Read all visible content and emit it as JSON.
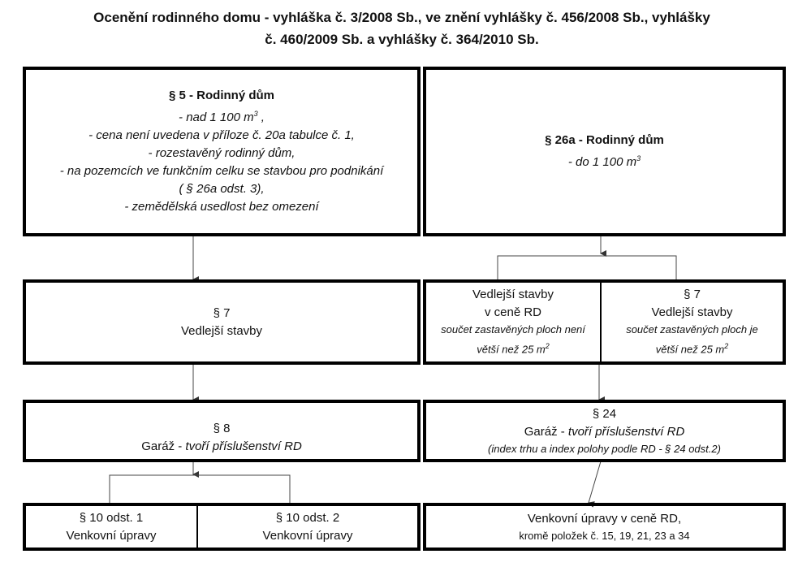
{
  "title": {
    "line1": "Ocenění rodinného domu     -     vyhláška  č. 3/2008 Sb., ve znění vyhlášky č. 456/2008 Sb., vyhlášky",
    "line2": "č. 460/2009 Sb. a vyhlášky č. 364/2010 Sb."
  },
  "box_s5": {
    "heading": "§ 5 - Rodinný dům",
    "l1": "-  nad 1 100 m",
    "l1_sup": "3",
    "l1_end": " ,",
    "l2": "-  cena není uvedena v příloze č. 20a tabulce  č. 1,",
    "l3": "-  rozestavěný rodinný dům,",
    "l4": "- na pozemcích ve funkčním celku se stavbou pro podnikání",
    "l5": "( § 26a odst. 3),",
    "l6": "- zemědělská usedlost bez omezení"
  },
  "box_s26a": {
    "heading": "§ 26a - Rodinný dům",
    "l1": "- do 1 100 m",
    "l1_sup": "3"
  },
  "box_s7_left": {
    "l1": "§ 7",
    "l2": "Vedlejší stavby"
  },
  "box_vedlejsi_rd": {
    "l1": "Vedlejší stavby",
    "l2": "v ceně RD",
    "l3": "součet zastavěných ploch není",
    "l4": "větší než 25 m",
    "sup": "2"
  },
  "box_s7_right": {
    "l1": "§ 7",
    "l2": "Vedlejší stavby",
    "l3": "součet zastavěných ploch je",
    "l4": "větší než 25 m",
    "sup": "2"
  },
  "box_s8": {
    "l1": "§ 8",
    "l2a": "Garáž - ",
    "l2b": "tvoří příslušenství RD"
  },
  "box_s24": {
    "l1": "§ 24",
    "l2a": "Garáž - ",
    "l2b": "tvoří příslušenství RD",
    "l3": "(index trhu a index polohy podle RD - § 24 odst.2)"
  },
  "box_s10_1": {
    "l1": "§ 10 odst. 1",
    "l2": "Venkovní úpravy"
  },
  "box_s10_2": {
    "l1": "§ 10 odst. 2",
    "l2": "Venkovní úpravy"
  },
  "box_venkovni_rd": {
    "l1": "Venkovní úpravy v ceně RD,",
    "l2": "kromě položek č. 15, 19, 21, 23 a 34"
  }
}
